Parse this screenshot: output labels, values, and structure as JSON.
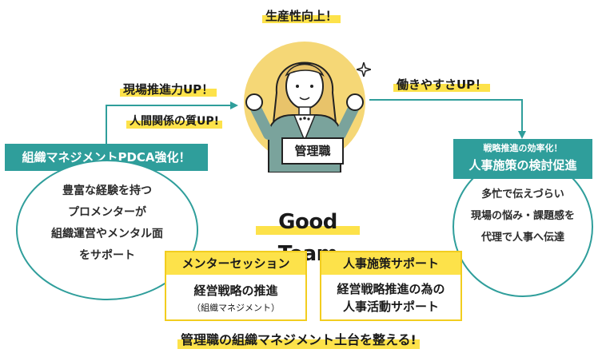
{
  "labels": {
    "productivity_up": "生産性向上！",
    "field_promotion_up": "現場推進力UP！",
    "relationship_up": "人間関係の質UP!",
    "ease_of_work_up": "働きやすさUP！",
    "manager": "管理職"
  },
  "left_panel": {
    "title": "組織マネジメントPDCA強化！",
    "circle_lines": [
      "豊富な経験を持つ",
      "プロメンターが",
      "組織運営やメンタル面",
      "をサポート"
    ]
  },
  "right_panel": {
    "subtitle": "戦略推進の効率化！",
    "title": "人事施策の検討促進",
    "circle_lines": [
      "多忙で伝えづらい",
      "現場の悩み・課題感を",
      "代理で人事へ伝達"
    ]
  },
  "logo": {
    "text": "Good Team"
  },
  "mentor_box": {
    "heading": "メンターセッション",
    "main": "経営戦略の推進",
    "sub": "（組織マネジメント）"
  },
  "hr_box": {
    "heading": "人事施策サポート",
    "line1": "経営戦略推進の為の",
    "line2": "人事活動サポート"
  },
  "footer": {
    "text": "管理職の組織マネジメント土台を整える!"
  },
  "colors": {
    "teal": "#2f9e9b",
    "yellow": "#fde24a",
    "yellow_border": "#f2cd1f",
    "suit": "#7aa39c",
    "hair": "#e8c36a"
  },
  "icons": [
    "sparkle-icon",
    "arrow-right-icon",
    "arrow-down-icon"
  ]
}
